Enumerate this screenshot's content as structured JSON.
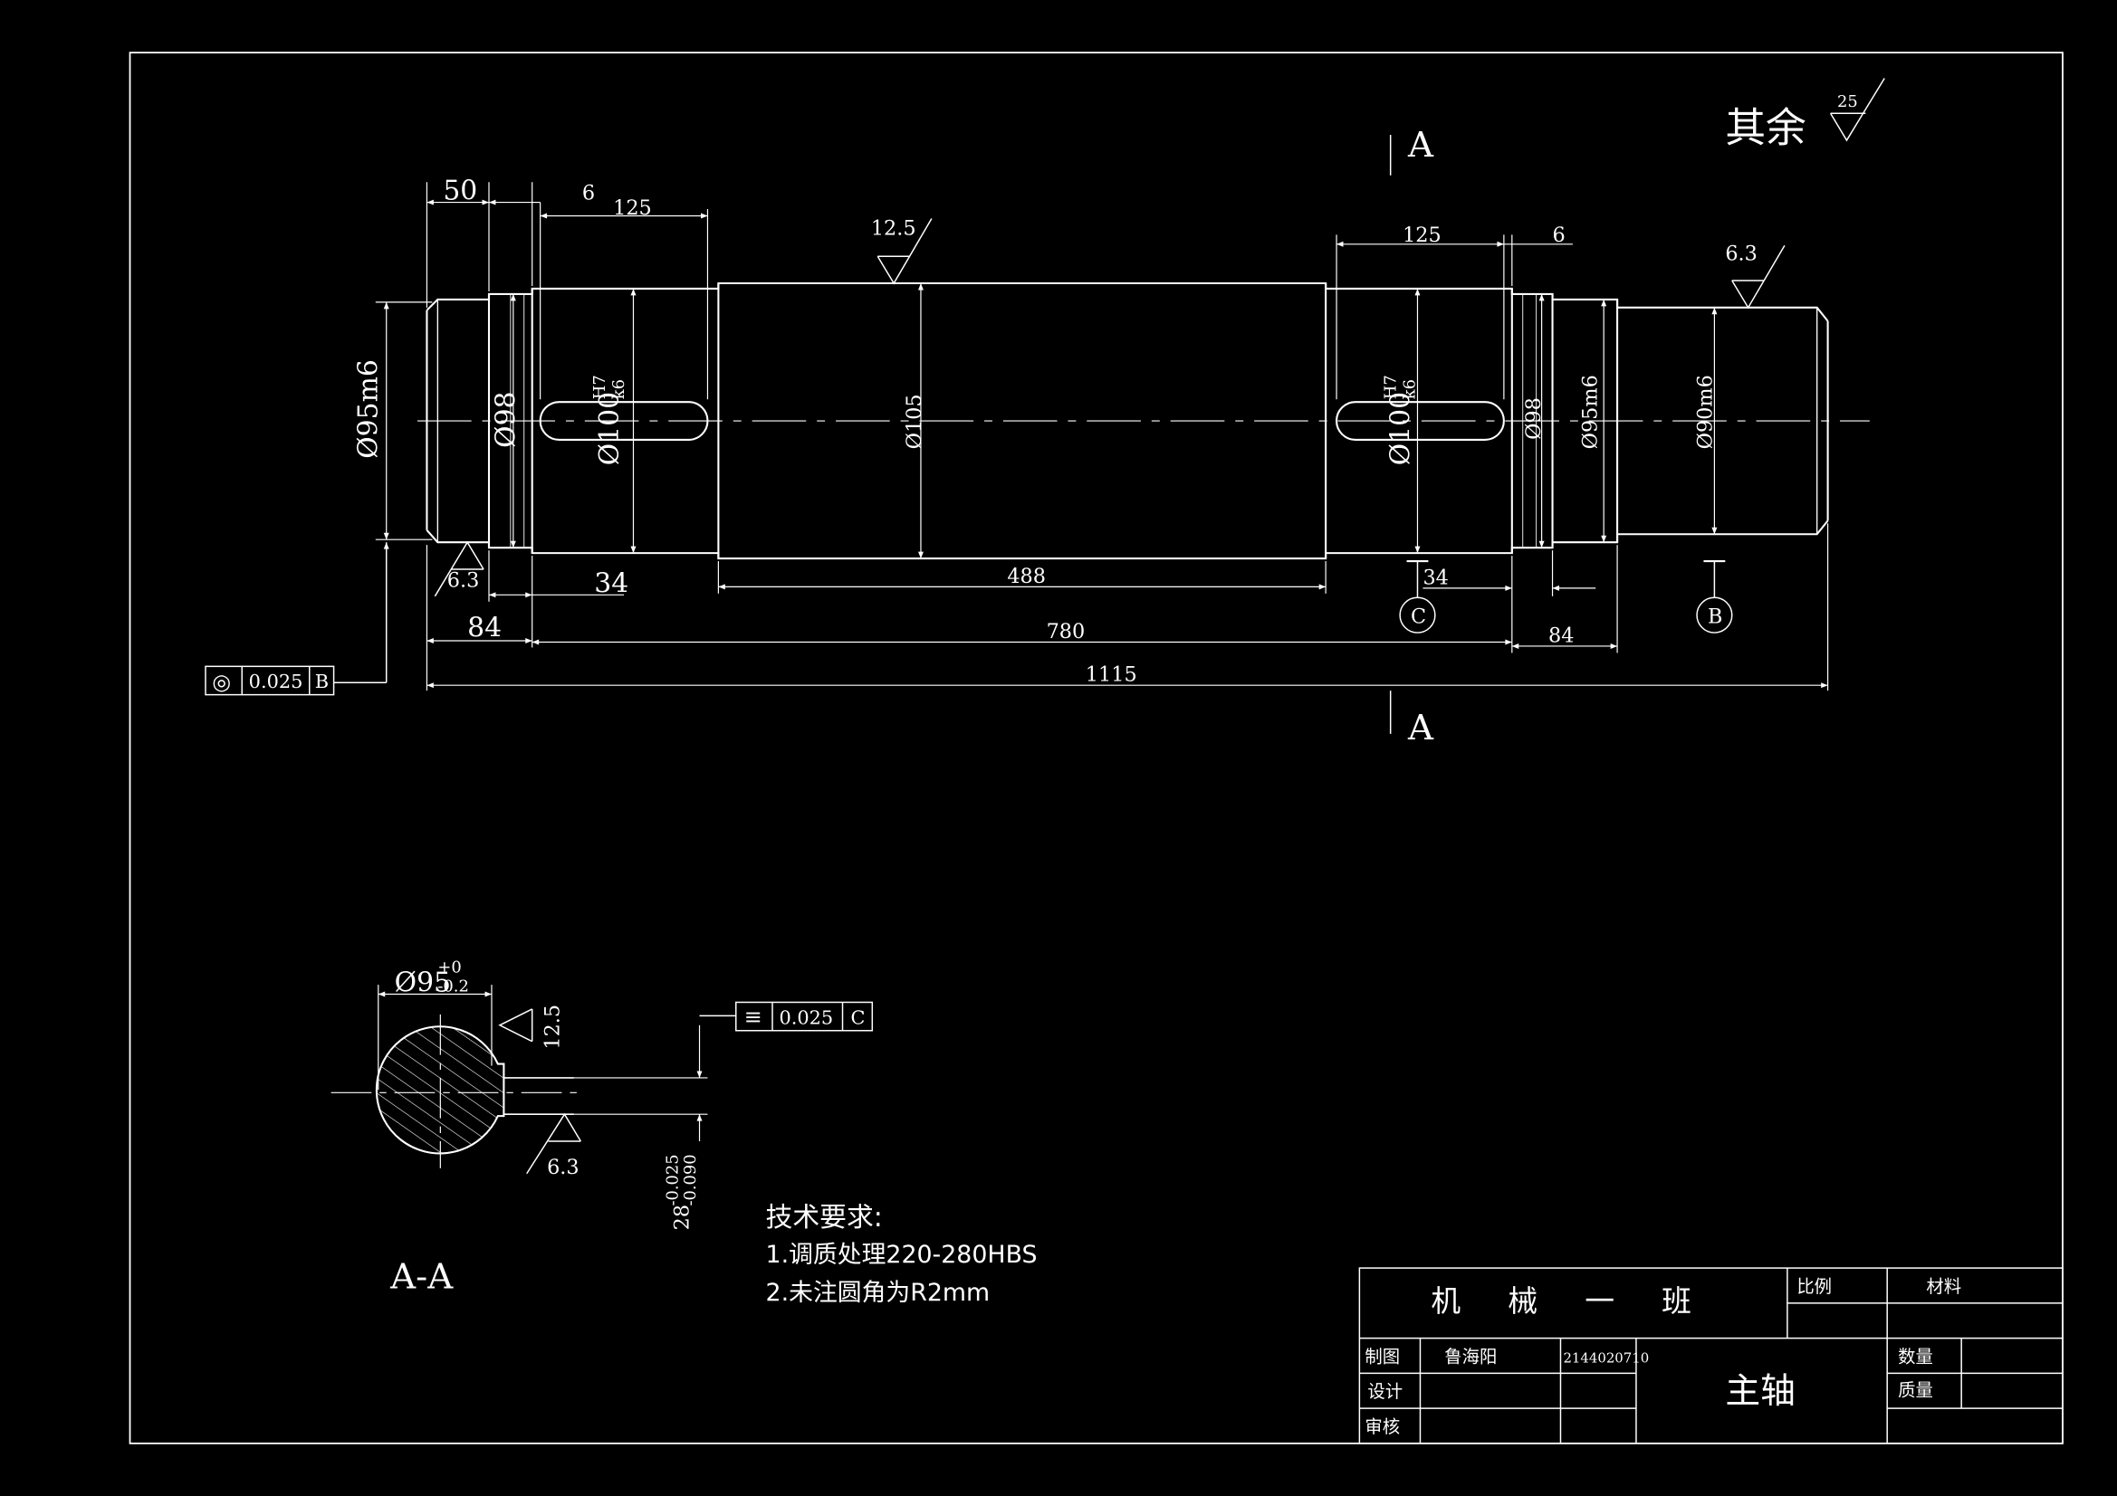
{
  "colors": {
    "background": "#000000",
    "line": "#ffffff"
  },
  "labels": {
    "section_mark_top": "A",
    "section_mark_bottom": "A",
    "default_roughness_text": "其余",
    "default_roughness_value": "25",
    "section_title": "A-A"
  },
  "dimensions": {
    "d50": "50",
    "d6_left": "6",
    "d125_left": "125",
    "d125_right": "125",
    "d6_right": "6",
    "d34_left": "34",
    "d84_left": "84",
    "d488": "488",
    "d780": "780",
    "d1115": "1115",
    "d34_right": "34",
    "d84_right": "84",
    "dia95m6_left": "Ø95m6",
    "dia98_left": "Ø98",
    "dia100_left": "Ø100",
    "fit_h7_left": "H7",
    "fit_k6_left": "k6",
    "dia105": "Ø105",
    "dia100_right": "Ø100",
    "fit_h7_right": "H7",
    "fit_k6_right": "k6",
    "dia98_right": "Ø98",
    "dia95m6_right": "Ø95m6",
    "dia90m6": "Ø90m6"
  },
  "roughness": {
    "left_end": "6.3",
    "middle": "12.5",
    "right_end": "6.3",
    "section_top": "12.5",
    "section_bottom": "6.3"
  },
  "datums": {
    "c": "C",
    "b": "B"
  },
  "tolerances": {
    "coaxiality_symbol": "◎",
    "coaxiality_value": "0.025",
    "coaxiality_datum": "B",
    "symmetry_symbol": "≡",
    "symmetry_value": "0.025",
    "symmetry_datum": "C"
  },
  "section": {
    "diameter": "Ø95",
    "upper_dev": "+0",
    "lower_dev": "-0.2",
    "keyway_base": "28",
    "keyway_upper": "-0.025",
    "keyway_lower": "-0.090"
  },
  "tech_requirements": {
    "heading": "技术要求:",
    "item1": "1.调质处理220-280HBS",
    "item2": "2.未注圆角为R2mm"
  },
  "title_block": {
    "org": "机 械 一 班",
    "scale_label": "比例",
    "material_label": "材料",
    "drawn_label": "制图",
    "drawn_name": "鲁海阳",
    "drawn_id": "2144020710",
    "design_label": "设计",
    "review_label": "审核",
    "part_name": "主轴",
    "quantity_label": "数量",
    "mass_label": "质量"
  }
}
